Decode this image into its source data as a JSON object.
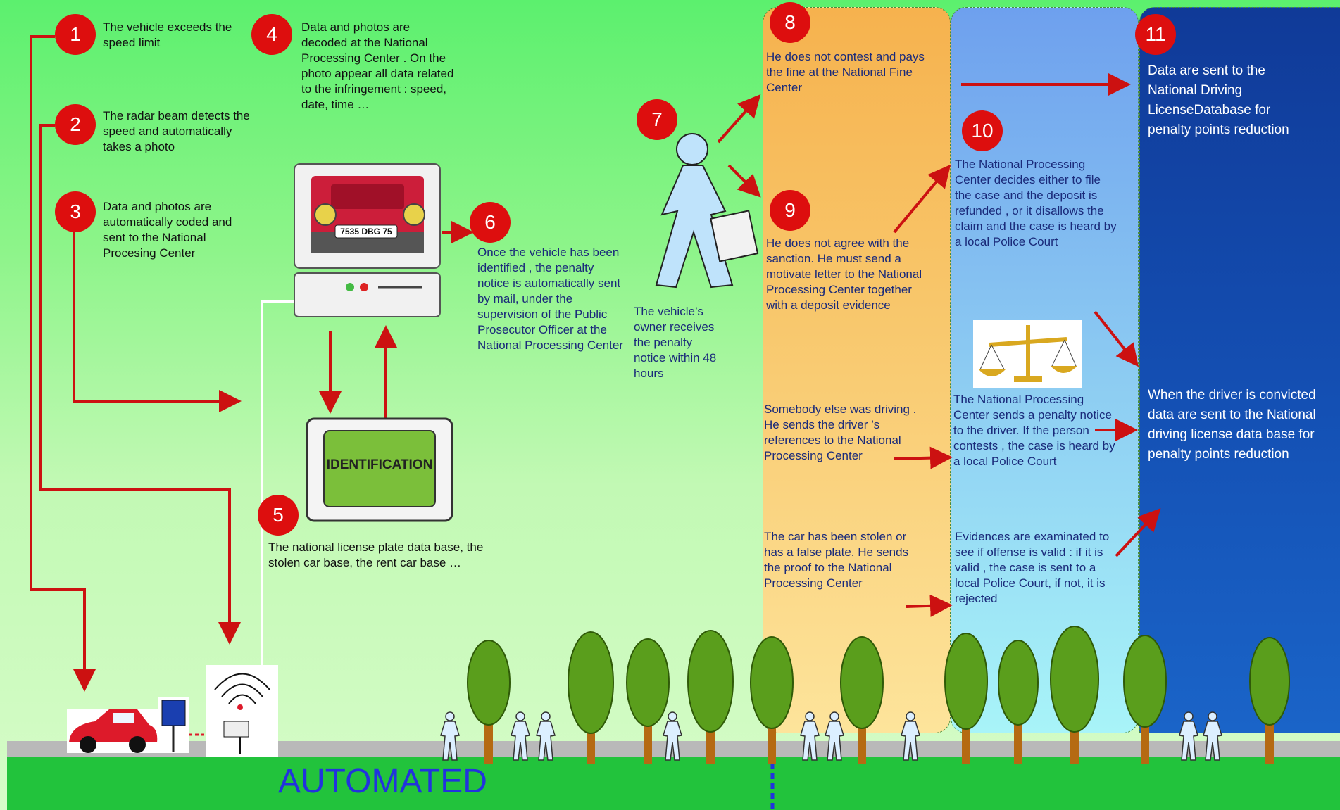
{
  "steps": [
    {
      "number": "1",
      "text": "The vehicle exceeds the speed limit"
    },
    {
      "number": "2",
      "text": "The radar beam detects the speed and automatically takes a photo"
    },
    {
      "number": "3",
      "text": "Data and photos are automatically coded and sent to the National Procesing Center"
    },
    {
      "number": "4",
      "text": "Data and photos are decoded at the National Processing Center . On the photo appear all data related to the infringement : speed, date, time …"
    },
    {
      "number": "5",
      "text": "The national license plate data base, the stolen car base, the rent car base …"
    },
    {
      "number": "6",
      "text": "Once the vehicle has been identified , the penalty notice is automatically sent by mail, under the supervision of the Public Prosecutor Officer at the National Processing Center"
    },
    {
      "number": "7",
      "text": "The vehicle’s owner receives the penalty notice within 48 hours"
    },
    {
      "number": "8",
      "text": "He does not contest and pays the fine at the National Fine Center"
    },
    {
      "number": "9",
      "text": "He does not agree with the sanction. He must send a motivate letter to the National Processing Center together with a deposit evidence"
    },
    {
      "number": "10",
      "text": "The National Processing Center decides either to file the case and the deposit is refunded , or it disallows the claim and the case is heard by a local Police Court"
    },
    {
      "number": "11",
      "text": "Data are sent to the National Driving LicenseDatabase for penalty points reduction"
    }
  ],
  "orange_notes": {
    "someone_else": "Somebody else was driving . He sends the driver ’s references to the National Processing Center",
    "stolen": "The car has been stolen or has a false plate. He sends the proof to the National Processing Center"
  },
  "blue_notes": {
    "sends_notice": "The National Processing Center sends a penalty notice to the driver. If the person contests , the case is heard by a local Police Court",
    "evidences": "Evidences are examinated to see if offense is valid : if it is valid , the case is sent to a local Police Court, if not, it is rejected"
  },
  "navy_notes": {
    "convicted": "When the driver is convicted data are sent to the National driving license data base for penalty points reduction"
  },
  "screen": {
    "plate": "7535 DBG 75"
  },
  "identification": {
    "label": "IDENTIFICATION"
  },
  "bottom_label": "AUTOMATED",
  "colors": {
    "badge": "#dd0e0e",
    "arrow": "#cc1111",
    "text": "#1a2a7a"
  }
}
